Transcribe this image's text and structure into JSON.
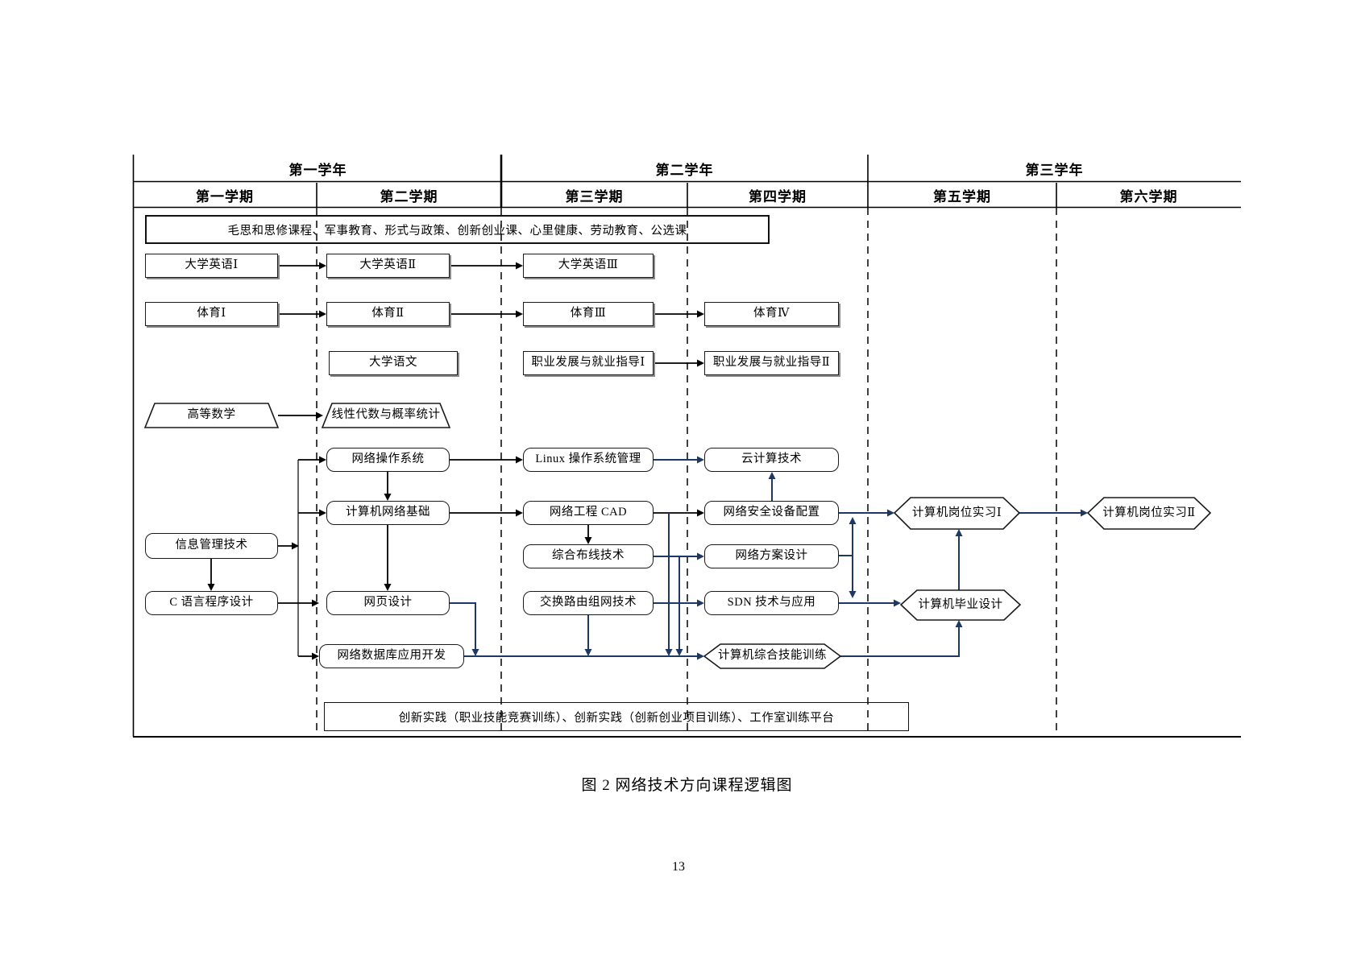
{
  "document": {
    "caption": "图 2  网络技术方向课程逻辑图",
    "page_number": "13"
  },
  "table": {
    "years": [
      "第一学年",
      "第二学年",
      "第三学年"
    ],
    "semesters": [
      "第一学期",
      "第二学期",
      "第三学期",
      "第四学期",
      "第五学期",
      "第六学期"
    ],
    "banner_top": "毛思和思修课程、军事教育、形式与政策、创新创业课、心里健康、劳动教育、公选课",
    "banner_bottom": "创新实践（职业技能竞赛训练）、创新实践（创新创业项目训练）、工作室训练平台"
  },
  "courses": {
    "eng1": "大学英语Ⅰ",
    "eng2": "大学英语Ⅱ",
    "eng3": "大学英语Ⅲ",
    "pe1": "体育Ⅰ",
    "pe2": "体育Ⅱ",
    "pe3": "体育Ⅲ",
    "pe4": "体育Ⅳ",
    "chinese": "大学语文",
    "career1": "职业发展与就业指导Ⅰ",
    "career2": "职业发展与就业指导Ⅱ",
    "math": "高等数学",
    "linear": "线性代数与概率统计",
    "netos": "网络操作系统",
    "linux": "Linux 操作系统管理",
    "cloud": "云计算技术",
    "netbase": "计算机网络基础",
    "cad": "网络工程 CAD",
    "security": "网络安全设备配置",
    "info": "信息管理技术",
    "cabling": "综合布线技术",
    "scheme": "网络方案设计",
    "c": "C 语言程序设计",
    "web": "网页设计",
    "routing": "交换路由组网技术",
    "sdn": "SDN 技术与应用",
    "db": "网络数据库应用开发",
    "skills": "计算机综合技能训练",
    "intern1": "计算机岗位实习Ⅰ",
    "intern2": "计算机岗位实习Ⅱ",
    "grad": "计算机毕业设计"
  },
  "colors": {
    "line": "#000000",
    "blue_arrow": "#1f3863"
  }
}
